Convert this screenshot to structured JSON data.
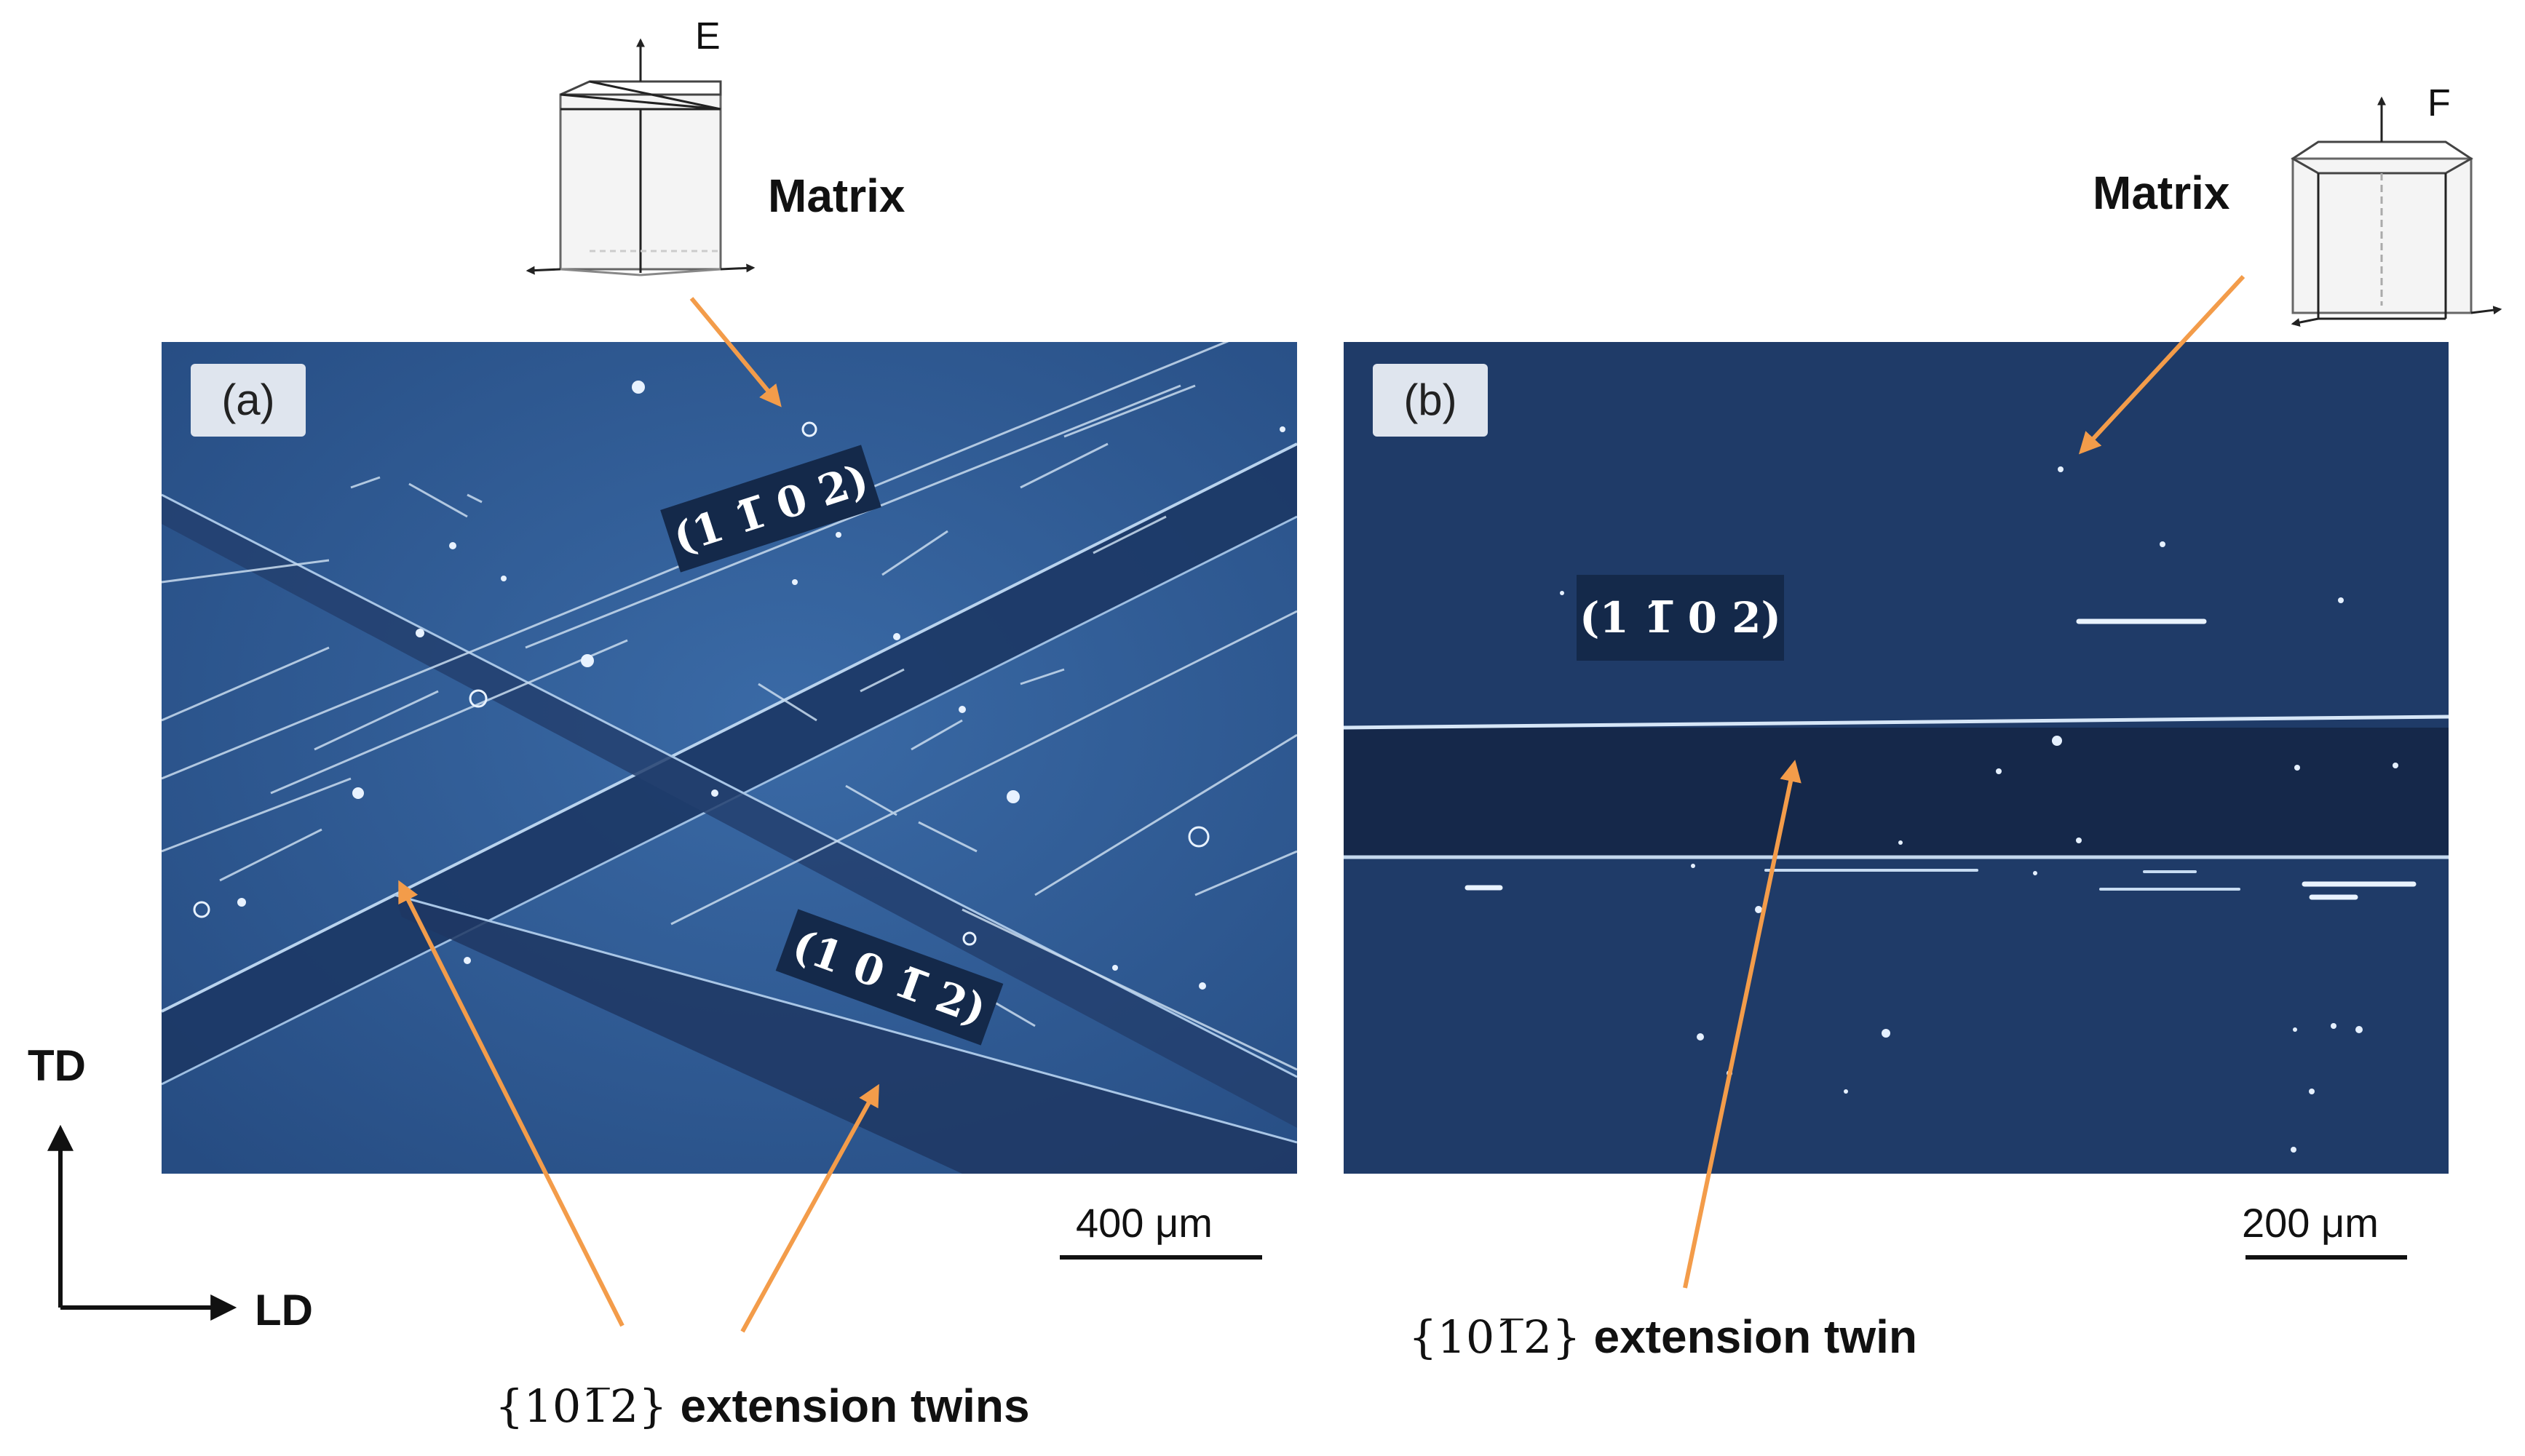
{
  "panel_a": {
    "label": "(a)",
    "plane_upper": "(1 1̅ 0 2)",
    "plane_lower": "(1 0 1̅ 2)",
    "scale_label": "400 μm",
    "crystal_letter": "E",
    "matrix_label": "Matrix",
    "caption_math": "{101̅2}",
    "caption_text": "extension twins"
  },
  "panel_b": {
    "label": "(b)",
    "plane": "(1 1̅ 0 2)",
    "scale_label": "200 μm",
    "crystal_letter": "F",
    "matrix_label": "Matrix",
    "caption_math": "{101̅2}",
    "caption_text": "extension twin"
  },
  "axes": {
    "vertical": "TD",
    "horizontal": "LD"
  },
  "colors": {
    "arrow": "#f39c4a",
    "micrograph_a": "#2f5a93",
    "micrograph_b": "#1f3a66",
    "twin_band": "#14294a"
  }
}
